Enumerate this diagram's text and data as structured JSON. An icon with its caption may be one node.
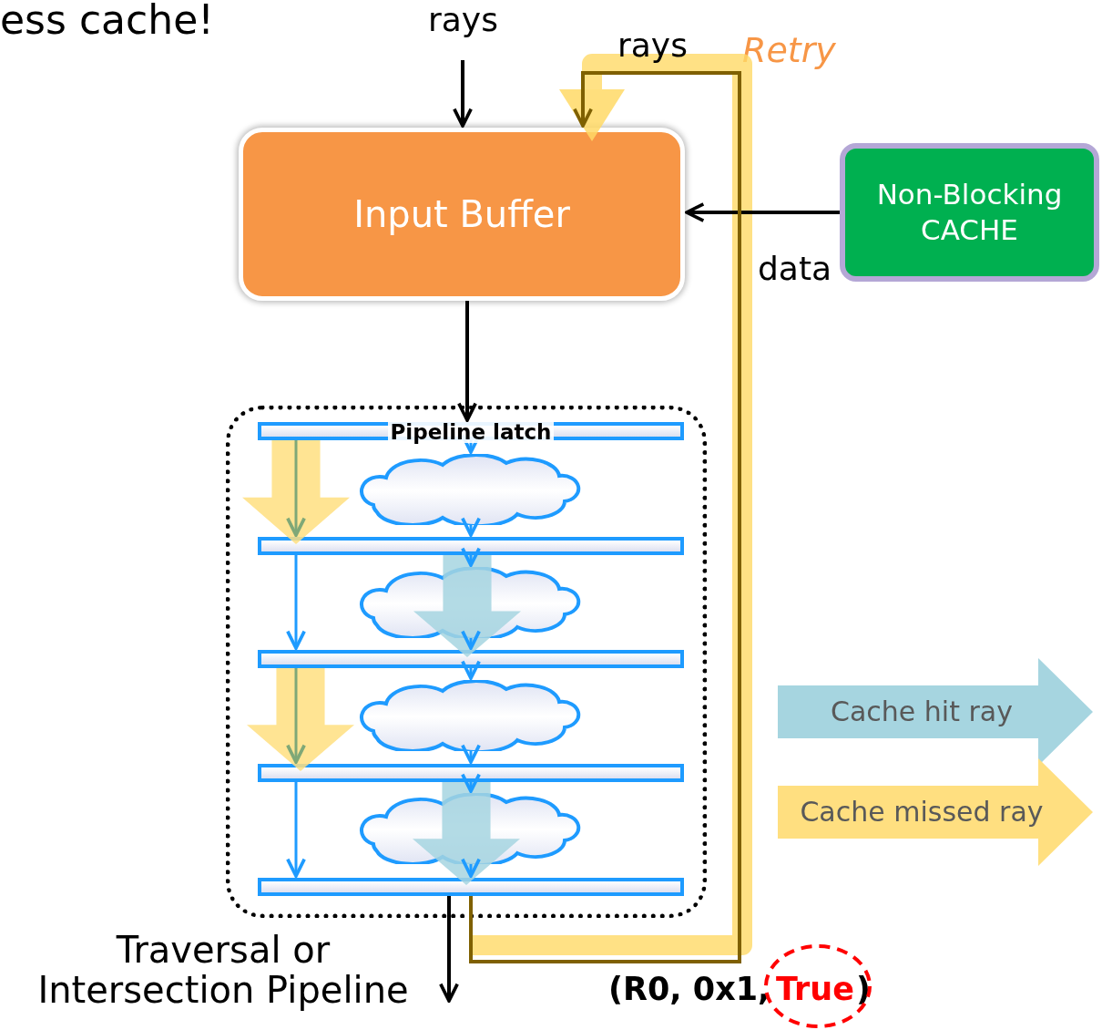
{
  "diagram": {
    "nodes": [
      {
        "text": [
          "Input Buffer"
        ]
      },
      {
        "text": [
          "Non-Blocking CACHE"
        ]
      },
      {
        "text": [],
        "shape": "box"
      },
      {
        "text": [
          "Pipeline latch"
        ],
        "in": 2
      },
      {
        "text": [],
        "shape": "bar",
        "in": 2
      },
      {
        "text": [],
        "shape": "bar",
        "in": 2
      },
      {
        "text": [],
        "shape": "bar",
        "in": 2
      },
      {
        "text": [],
        "shape": "bar",
        "in": 2
      },
      {
        "text": [],
        "shape": "cloud",
        "in": 2
      },
      {
        "text": [],
        "shape": "cloud",
        "in": 2
      },
      {
        "text": [],
        "shape": "cloud",
        "in": 2
      },
      {
        "text": [],
        "shape": "cloud",
        "in": 2
      }
    ],
    "edges": [
      {
        "from": null,
        "to": 0,
        "arrow": "to",
        "label": "rays",
        "color": "#000000"
      },
      {
        "from": 1,
        "to": 0,
        "arrow": "to",
        "label": "data",
        "color": "#000000"
      },
      {
        "from": 0,
        "to": 3,
        "arrow": "to",
        "color": "#000000"
      },
      {
        "from": 3,
        "to": 8,
        "arrow": "to",
        "color": "#1e9bff"
      },
      {
        "from": 8,
        "to": 4,
        "arrow": "to",
        "color": "#1e9bff"
      },
      {
        "from": 4,
        "to": 9,
        "arrow": "to",
        "color": "#1e9bff"
      },
      {
        "from": 9,
        "to": 5,
        "arrow": "to",
        "color": "#1e9bff"
      },
      {
        "from": 5,
        "to": 10,
        "arrow": "to",
        "color": "#1e9bff"
      },
      {
        "from": 10,
        "to": 6,
        "arrow": "to",
        "color": "#1e9bff"
      },
      {
        "from": 6,
        "to": 11,
        "arrow": "to",
        "color": "#1e9bff"
      },
      {
        "from": 11,
        "to": 7,
        "arrow": "to",
        "color": "#1e9bff"
      },
      {
        "from": 3,
        "to": 4,
        "arrow": "to",
        "color": "#7fa877"
      },
      {
        "from": 4,
        "to": 5,
        "arrow": "to",
        "color": "#1e9bff"
      },
      {
        "from": 5,
        "to": 6,
        "arrow": "to",
        "color": "#7fa877"
      },
      {
        "from": 6,
        "to": 7,
        "arrow": "to",
        "color": "#1e9bff"
      },
      {
        "from": 7,
        "to": 0,
        "arrow": "to",
        "label": "rays",
        "color": "#7f6000"
      },
      {
        "from": 7,
        "to": null,
        "arrow": "to",
        "color": "#000000"
      },
      {
        "from": 3,
        "to": 4,
        "arrow": "to",
        "style": "thick",
        "color": "#ffdf80"
      },
      {
        "from": 4,
        "to": 5,
        "arrow": "to",
        "style": "thick",
        "color": "#a6d5e0"
      },
      {
        "from": 5,
        "to": 6,
        "arrow": "to",
        "style": "thick",
        "color": "#ffdf80"
      },
      {
        "from": 6,
        "to": 7,
        "arrow": "to",
        "style": "thick",
        "color": "#a6d5e0"
      }
    ],
    "labels": [
      "ess cache!",
      "Retry",
      "Traversal or Intersection Pipeline",
      "(R0, 0x1,",
      "True",
      ")"
    ],
    "legend": [
      {
        "text": "Cache hit ray",
        "color": "#a6d5e0"
      },
      {
        "text": "Cache missed ray",
        "color": "#ffdf80"
      }
    ]
  }
}
